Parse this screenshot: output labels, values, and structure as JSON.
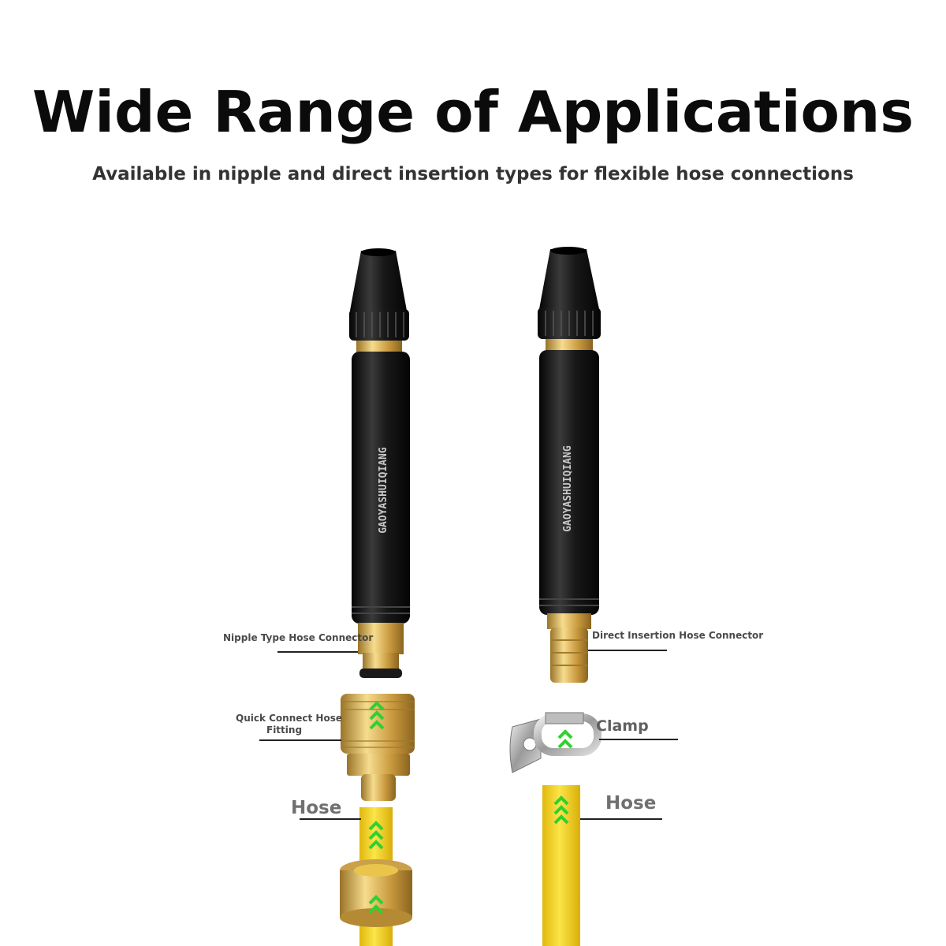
{
  "heading": "Wide Range of Applications",
  "subheading": "Available in nipple and direct insertion types for flexible hose connections",
  "left_sprayer": {
    "brand_text": "GAOYASHUIQIANG",
    "labels": {
      "nipple": "Nipple Type Hose Connector",
      "quick_line1": "Quick Connect Hose",
      "quick_line2": "Fitting",
      "hose": "Hose"
    }
  },
  "right_sprayer": {
    "brand_text": "GAOYASHUIQIANG",
    "labels": {
      "direct": "Direct Insertion Hose Connector",
      "clamp": "Clamp",
      "hose": "Hose"
    }
  },
  "colors": {
    "body_black": "#141414",
    "brass": "#d8b25a",
    "hose_yellow": "#f2d21c",
    "arrow_green": "#2fd12f"
  }
}
